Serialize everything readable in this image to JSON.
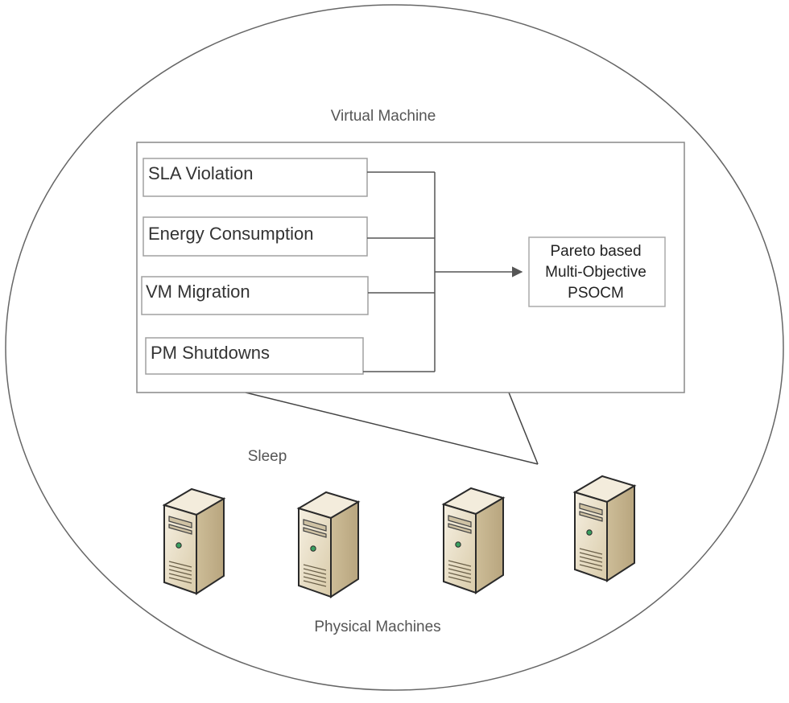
{
  "diagram": {
    "vm_label": "Virtual Machine",
    "objectives": [
      {
        "label": "SLA Violation"
      },
      {
        "label": "Energy Consumption"
      },
      {
        "label": "VM Migration"
      },
      {
        "label": "PM Shutdowns"
      }
    ],
    "result_lines": [
      "Pareto based",
      "Multi-Objective",
      "PSOCM"
    ],
    "sleep_label": "Sleep",
    "pm_label": "Physical Machines",
    "server_count": 4,
    "server_icon": "server-tower-icon",
    "colors": {
      "line": "#555555",
      "box_border": "#888888",
      "server_light": "#f3ecdc",
      "server_mid": "#ddd0b4",
      "server_dark": "#bfae8a",
      "server_led": "#3aa060"
    }
  }
}
